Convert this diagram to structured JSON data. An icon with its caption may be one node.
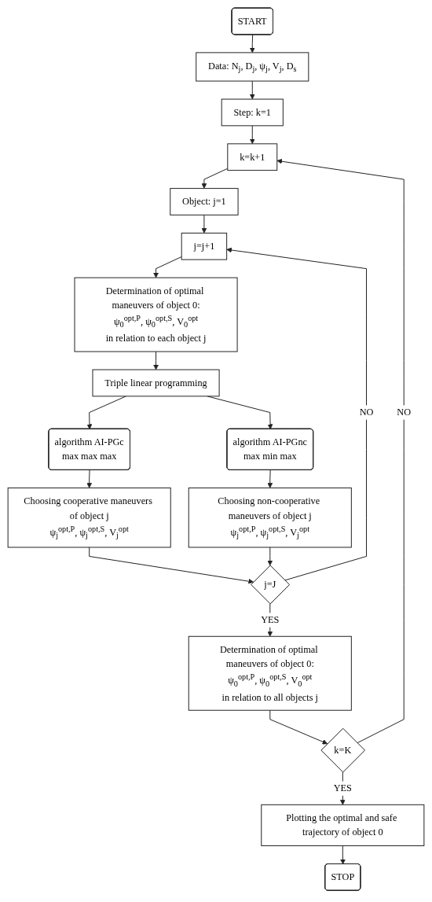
{
  "diagram": {
    "nodes": [
      {
        "text": [
          "START"
        ]
      },
      {
        "text": [
          "Data: N$_{j}$, D$_{j}$, ψ$_{j}$, V$_{j}$, D$_{s}$"
        ]
      },
      {
        "text": [
          "Step: k=1"
        ]
      },
      {
        "text": [
          "k=k+1"
        ]
      },
      {
        "text": [
          "Object: j=1"
        ]
      },
      {
        "text": [
          "j=j+1"
        ]
      },
      {
        "text": [
          "Determination of optimal maneuvers of object 0:",
          "ψ$_{0}$$^{opt,P}$, ψ$_{0}$$^{opt,S}$, V$_{0}$$^{opt}$",
          "in relation to each object j"
        ]
      },
      {
        "text": [
          "Triple linear programming"
        ]
      },
      {
        "text": [
          "algorithm AI-PGc",
          "max max max"
        ]
      },
      {
        "text": [
          "algorithm AI-PGnc",
          "max min max"
        ]
      },
      {
        "text": [
          "Choosing cooperative maneuvers of object j",
          "ψ$_{j}$$^{opt,P}$, ψ$_{j}$$^{opt,S}$, V$_{j}$$^{opt}$"
        ]
      },
      {
        "text": [
          "Choosing non-cooperative maneuvers of object j",
          "ψ$_{j}$$^{opt,P}$, ψ$_{j}$$^{opt,S}$, V$_{j}$$^{opt}$"
        ]
      },
      {
        "text": [
          "j=J"
        ]
      },
      {
        "text": [
          "Determination of optimal maneuvers of object 0:",
          "ψ$_{0}$$^{opt,P}$, ψ$_{0}$$^{opt,S}$, V$_{0}$$^{opt}$",
          "in relation to all objects j"
        ]
      },
      {
        "text": [
          "k=K"
        ]
      },
      {
        "text": [
          "Plotting the optimal and safe trajectory of object 0"
        ]
      },
      {
        "text": [
          "STOP"
        ]
      }
    ],
    "edges": [
      {
        "from": 0,
        "to": 1,
        "arrow": "to"
      },
      {
        "from": 1,
        "to": 2,
        "arrow": "to"
      },
      {
        "from": 2,
        "to": 3,
        "arrow": "to"
      },
      {
        "from": 3,
        "to": 4,
        "arrow": "to"
      },
      {
        "from": 4,
        "to": 5,
        "arrow": "to"
      },
      {
        "from": 5,
        "to": 6,
        "arrow": "to"
      },
      {
        "from": 6,
        "to": 7,
        "arrow": "to"
      },
      {
        "from": 7,
        "to": 8,
        "arrow": "to"
      },
      {
        "from": 7,
        "to": 9,
        "arrow": "to"
      },
      {
        "from": 8,
        "to": 10,
        "arrow": "to"
      },
      {
        "from": 9,
        "to": 11,
        "arrow": "to"
      },
      {
        "from": 10,
        "to": 12,
        "arrow": "to"
      },
      {
        "from": 11,
        "to": 12,
        "arrow": "to"
      },
      {
        "from": 12,
        "to": 5,
        "label": "NO",
        "arrow": "to"
      },
      {
        "from": 12,
        "to": 13,
        "label": "YES",
        "arrow": "to"
      },
      {
        "from": 13,
        "to": 14,
        "arrow": "to"
      },
      {
        "from": 14,
        "to": 3,
        "label": "NO",
        "arrow": "to"
      },
      {
        "from": 14,
        "to": 15,
        "label": "YES",
        "arrow": "to"
      },
      {
        "from": 15,
        "to": 16,
        "arrow": "to"
      }
    ]
  }
}
